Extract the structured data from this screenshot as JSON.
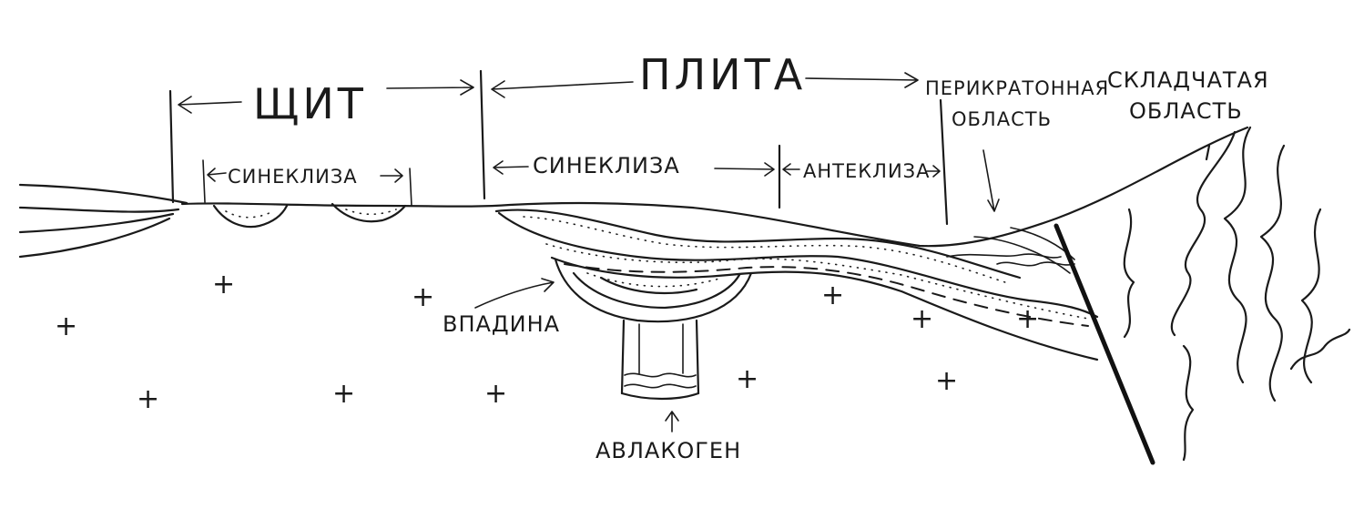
{
  "labels": {
    "shield": "ЩИТ",
    "plate": "ПЛИТА",
    "pericratonic": [
      "ПЕРИКРАТОННАЯ",
      "ОБЛАСТЬ"
    ],
    "folded": [
      "СКЛАДЧАТАЯ",
      "ОБЛАСТЬ"
    ],
    "syneclise_small": "СИНЕКЛИЗА",
    "syneclise_large": "СИНЕКЛИЗА",
    "anteclise": "АНТЕКЛИЗА",
    "depression": "ВПАДИНА",
    "aulacogen": "АВЛАКОГЕН"
  },
  "basement_symbol": "+",
  "basement_marks": 11,
  "colors": {
    "ink": "#1a1a1a",
    "background": "#ffffff"
  }
}
